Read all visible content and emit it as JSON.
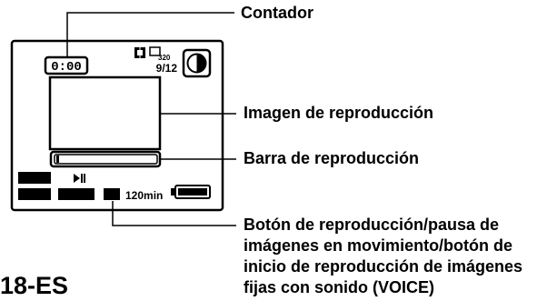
{
  "screen": {
    "counter": "0:00",
    "image_counter": "9/12",
    "image_size": "320",
    "remaining_time": "120min"
  },
  "labels": {
    "counter": "Contador",
    "playback_image": "Imagen de reproducción",
    "playback_bar": "Barra de reproducción",
    "play_button_lines": [
      "Botón de reproducción/pausa de",
      "imágenes en movimiento/botón de",
      "inicio de reproducción de imágenes",
      "fijas con sonido (VOICE)"
    ]
  },
  "page_number": "18-ES",
  "icons": [
    "film-icon",
    "image-size-icon",
    "disc-icon",
    "play-pause-icon",
    "battery-icon"
  ]
}
